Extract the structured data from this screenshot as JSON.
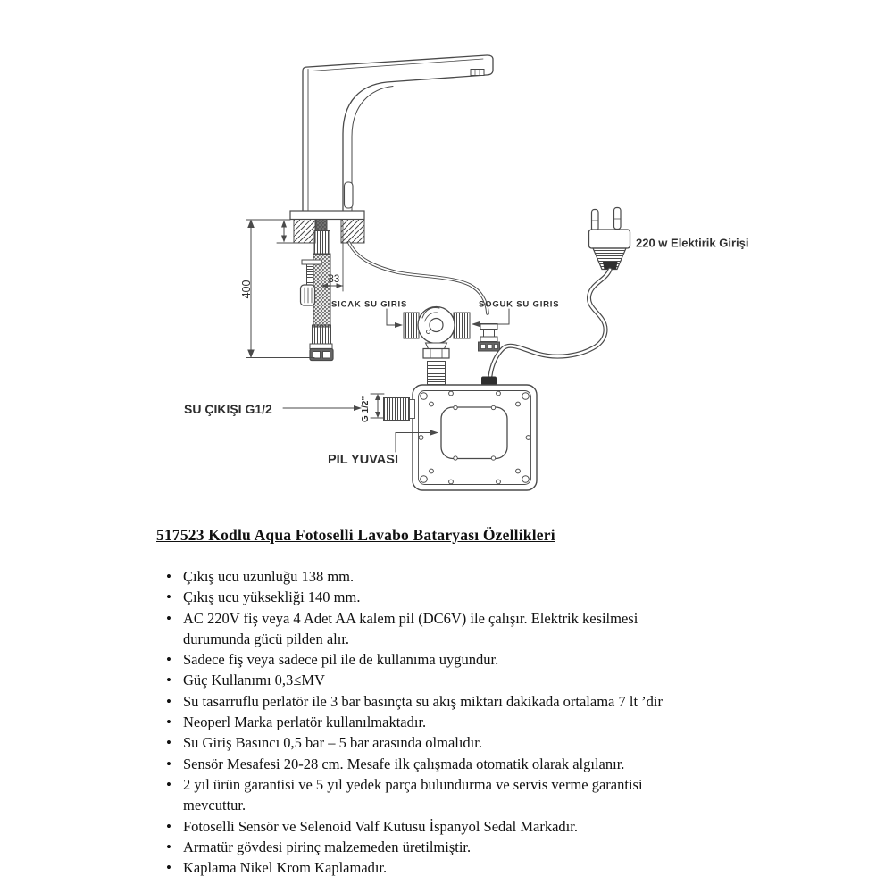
{
  "document": {
    "title": "517523 Kodlu Aqua Fotoselli Lavabo Bataryası Özellikleri",
    "bullets": [
      "Çıkış ucu uzunluğu 138 mm.",
      "Çıkış ucu yüksekliği 140 mm.",
      "AC 220V fiş veya 4 Adet AA kalem pil (DC6V) ile çalışır. Elektrik kesilmesi\ndurumunda gücü pilden alır.",
      "Sadece fiş veya sadece pil ile de kullanıma uygundur.",
      "Güç Kullanımı 0,3≤MV",
      "Su tasarruflu perlatör ile 3 bar basınçta su akış miktarı dakikada ortalama 7 lt ’dir",
      "Neoperl Marka perlatör kullanılmaktadır.",
      "Su Giriş Basıncı 0,5 bar – 5 bar arasında olmalıdır.",
      "Sensör Mesafesi 20-28 cm. Mesafe ilk çalışmada otomatik olarak algılanır.",
      "2 yıl ürün garantisi ve 5 yıl yedek parça bulundurma ve servis verme garantisi\nmevcuttur.",
      "Fotoselli Sensör ve Selenoid Valf Kutusu İspanyol Sedal Markadır.",
      "Armatür gövdesi pirinç malzemeden üretilmiştir.",
      "Kaplama Nikel Krom Kaplamadır."
    ]
  },
  "diagram": {
    "labels": {
      "power_input": "220 w Elektirik Girişi",
      "hot_water_inlet": "SICAK SU GIRIS",
      "cold_water_inlet": "SOGUK SU GIRIS",
      "water_outlet": "SU ÇIKIŞI G1/2",
      "outlet_thread_size": "G 1/2\"",
      "battery_slot": "PIL YUVASI"
    },
    "dimensions": {
      "install_height": "400",
      "spout_offset": "33"
    },
    "colors": {
      "line": "#4a4a4a",
      "label": "#2e2e2e"
    }
  }
}
